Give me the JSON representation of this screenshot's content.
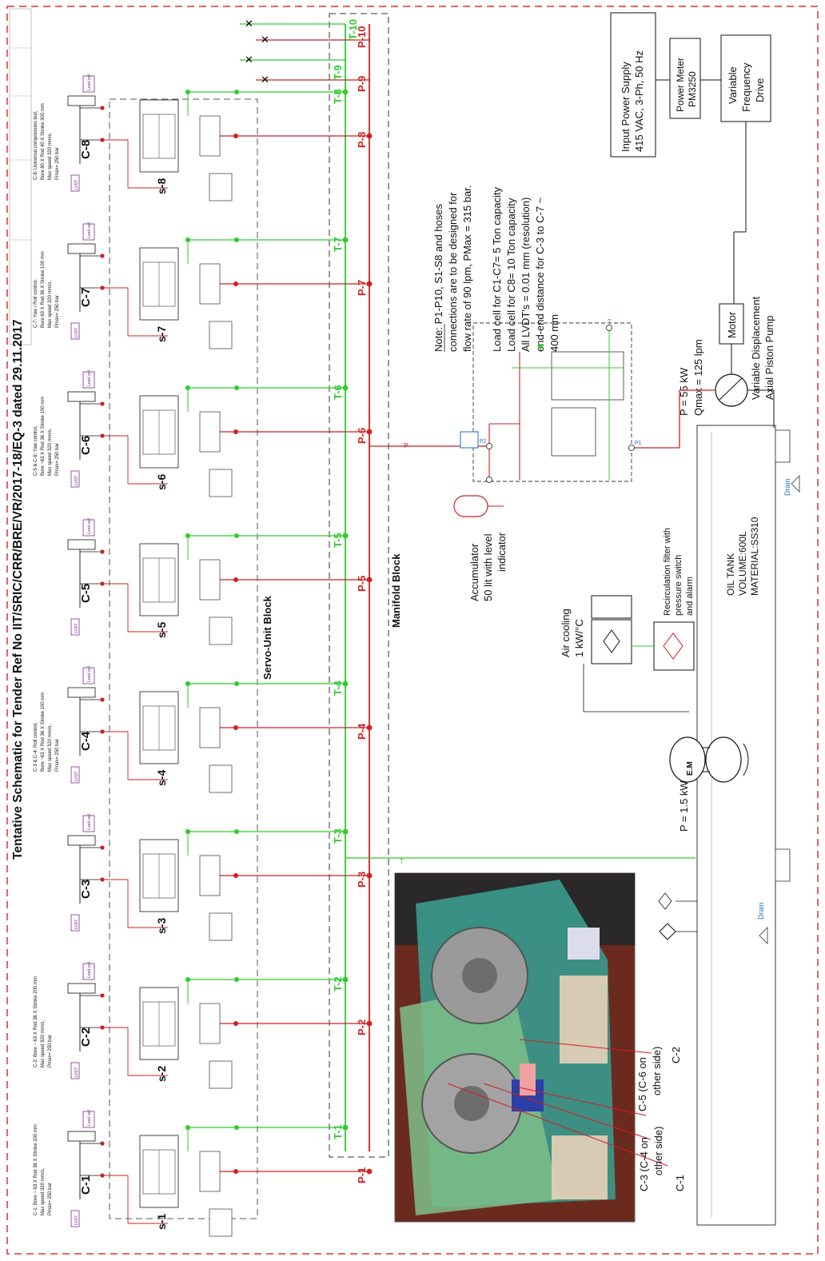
{
  "title": "Tentative Schematic for Tender Ref No IIT/SRIC/CRR/BRE/VR/2017-18/EQ-3 dated 29.11.2017",
  "blocks": {
    "servo_unit": "Servo-Unit Block",
    "manifold": "Manifold Block"
  },
  "cylinders": [
    {
      "label": "C-1",
      "servo": "s-1",
      "pressure": "P-1",
      "tank": "T-1",
      "spec": [
        "C-1: Bore ~ 63 X Rod 36 X Stroke 200 mm",
        "Max speed 320 mm/s,",
        "Pmax= 250 bar"
      ]
    },
    {
      "label": "C-2",
      "servo": "s-2",
      "pressure": "P-2",
      "tank": "T-2",
      "spec": [
        "C-2: Bore ~ 63 X Rod 36 X Stroke 200 mm",
        "Max speed 320 mm/s,",
        "Pmax= 250 bar"
      ]
    },
    {
      "label": "C-3",
      "servo": "s-3",
      "pressure": "P-3",
      "tank": "T-3",
      "spec": []
    },
    {
      "label": "C-4",
      "servo": "s-4",
      "pressure": "P-4",
      "tank": "T-4",
      "spec": [
        "C-3 & C-4: Roll control,",
        "Bore ~63 X Rod 36 X Stroke 100 mm",
        "Max speed 320 mm/s,",
        "Pmax= 250 bar"
      ]
    },
    {
      "label": "C-5",
      "servo": "s-5",
      "pressure": "P-5",
      "tank": "T-5",
      "spec": []
    },
    {
      "label": "C-6",
      "servo": "s-6",
      "pressure": "P-6",
      "tank": "T-6",
      "spec": [
        "C-5 & C-6: Yaw control,",
        "Bore ~63 X Rod 36 X Stroke 100 mm",
        "Max speed 320 mm/s,",
        "Pmax= 250 bar"
      ]
    },
    {
      "label": "C-7",
      "servo": "s-7",
      "pressure": "P-7",
      "tank": "T-7",
      "spec": [
        "C-7: Yaw / Roll control,",
        "Bore 63 X Rod 36 X Stroke 100 mm",
        "Max speed 320 mm/s,",
        "Pmax= 250 bar"
      ]
    },
    {
      "label": "C-8",
      "servo": "s-8",
      "pressure": "P-8",
      "tank": "T-8",
      "spec": [
        "C-8: Universal compression test,",
        "Bore 80 X Rod 40 X Stroke 300 mm",
        "Max speed 320 mm/s,",
        "Pmax= 250 bar"
      ]
    }
  ],
  "extra_ports": {
    "p9": "P-9",
    "p10": "P-10",
    "t9": "T-9",
    "t10": "T-10"
  },
  "lvdt_label": "LVDT",
  "loadcell_label": "Load cell",
  "notes": {
    "main": [
      "Note: P1-P10, S1-S8 and hoses",
      "connections are to be designed for",
      "flow rate of 90 lpm, PMax = 315 bar."
    ],
    "load": [
      "Load cell for C1-C7= 5 Ton capacity",
      "Load cell for C8= 10 Ton capacity",
      "All LVDT's = 0.01 mm (resolution)",
      "end-end distance for C-3 to C-7 ~",
      "400 mm"
    ]
  },
  "power": {
    "supply": [
      "Input Power Supply",
      "415 VAC, 3-Ph, 50 Hz"
    ],
    "meter": [
      "Power Meter",
      "PM3250"
    ],
    "vfd": [
      "Variable",
      "Frequency",
      "Drive"
    ],
    "pump_spec": [
      "P = 55 kW",
      "Qmax = 125 lpm"
    ],
    "motor": "Motor",
    "pump": [
      "Variable Displacement",
      "Axial Piston Pump"
    ],
    "small_pump": "P = 1.5 kW",
    "em": "E.M"
  },
  "accumulator": [
    "Accumulator",
    "50 lit with level",
    "indicator"
  ],
  "air_cooling": [
    "Air cooling",
    "1 kW/°C"
  ],
  "filter": [
    "Recirculation filter with",
    "pressure switch",
    "and alarm"
  ],
  "tank": [
    "OIL TANK",
    "VOLUME:600L",
    "MATERIAL:SS310"
  ],
  "drain": "Drain",
  "rig_labels": {
    "c1": "C-1",
    "c2": "C-2",
    "c3": [
      "C-3 (C-4 on",
      "other side)"
    ],
    "c5": [
      "C-5 (C-6 on",
      "other side)"
    ]
  },
  "port_marks": {
    "p": "P",
    "t": "T",
    "p1": "P1",
    "p2": "P2"
  },
  "colors": {
    "pressure": "#d21f1f",
    "tank": "#2ecc2e",
    "border": "#e03030",
    "purple": "#7a2a8c"
  }
}
